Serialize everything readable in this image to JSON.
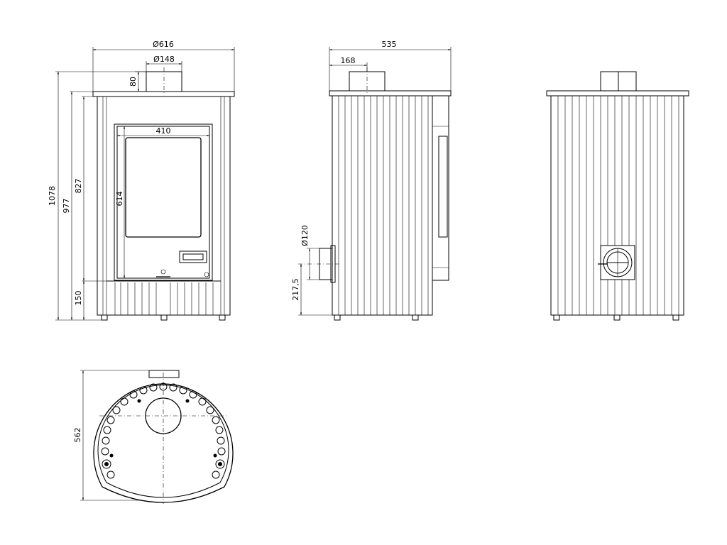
{
  "dimensions": {
    "front": {
      "overall_diameter": "Ø616",
      "flue_diameter": "Ø148",
      "flue_height": "80",
      "door_width": "410",
      "total_height": "1078",
      "body_height": "977",
      "upper_height": "827",
      "door_height": "614",
      "base_height": "150"
    },
    "side": {
      "depth": "535",
      "flue_offset": "168",
      "air_inlet_diameter": "Ø120",
      "air_inlet_height": "217,5"
    },
    "top": {
      "depth": "562"
    }
  }
}
